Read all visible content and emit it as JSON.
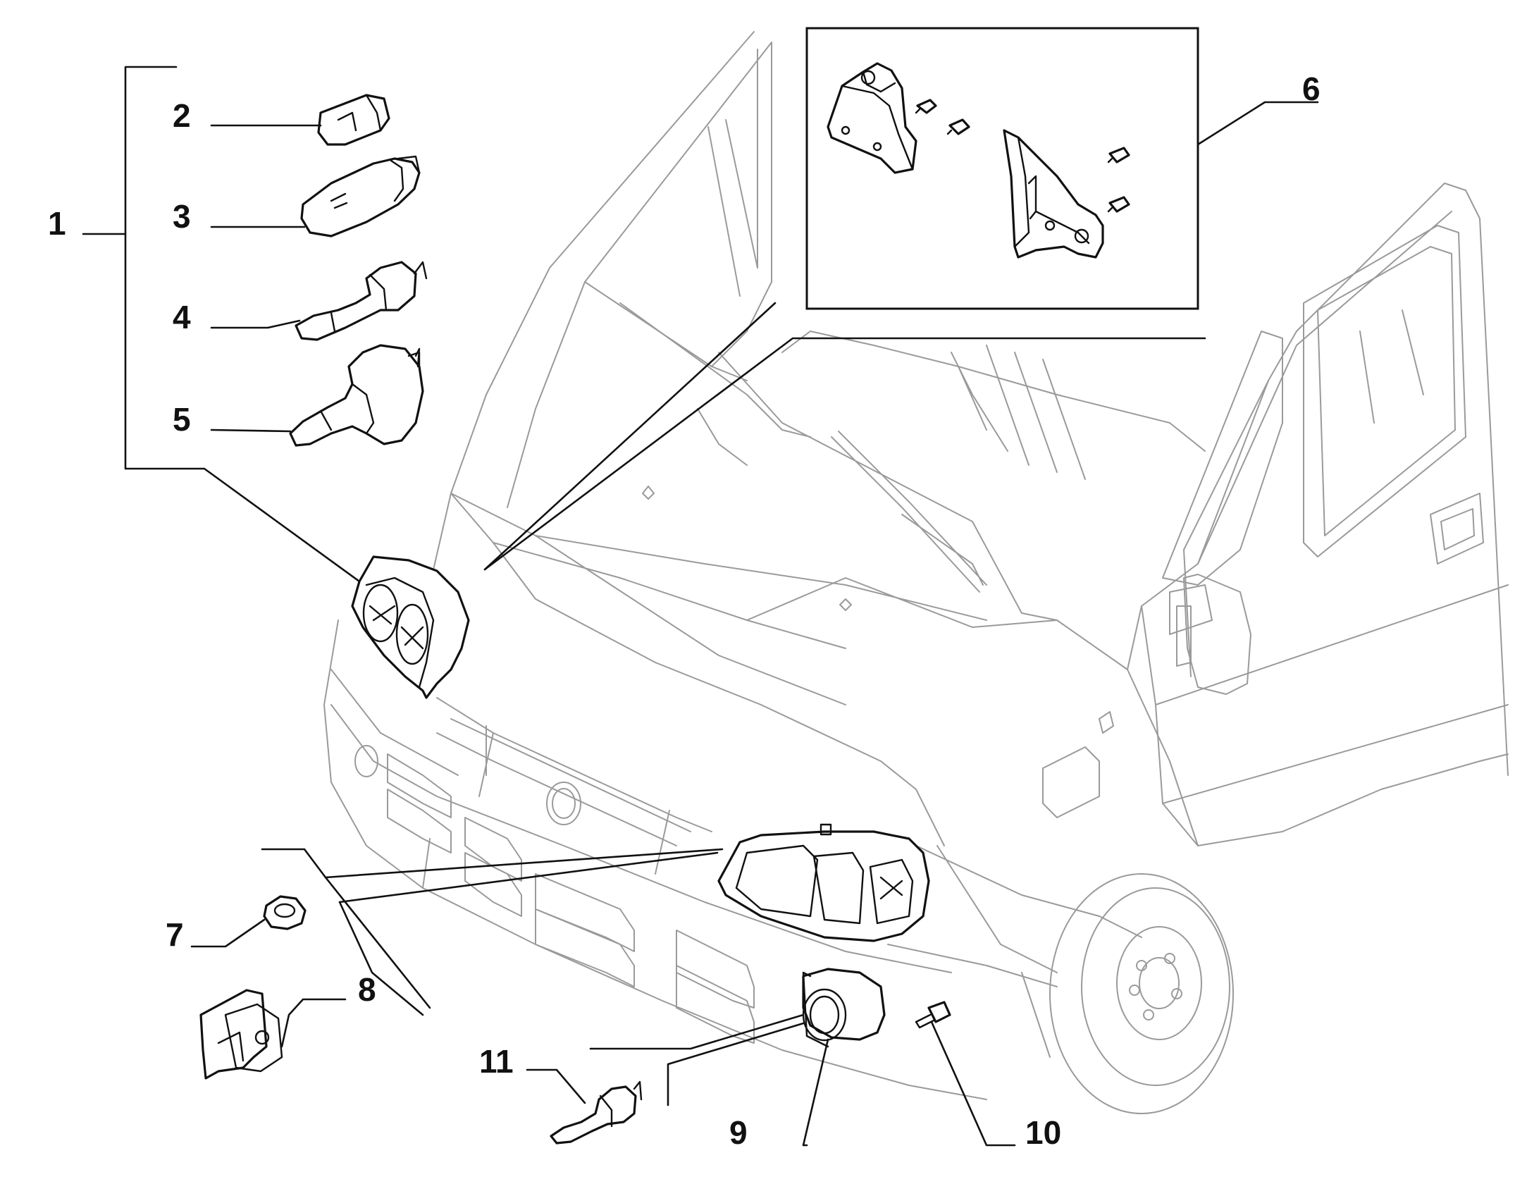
{
  "callouts": [
    {
      "id": "1",
      "text": "1"
    },
    {
      "id": "2",
      "text": "2"
    },
    {
      "id": "3",
      "text": "3"
    },
    {
      "id": "4",
      "text": "4"
    },
    {
      "id": "5",
      "text": "5"
    },
    {
      "id": "6",
      "text": "6"
    },
    {
      "id": "7",
      "text": "7"
    },
    {
      "id": "8",
      "text": "8"
    },
    {
      "id": "9",
      "text": "9"
    },
    {
      "id": "10",
      "text": "10"
    },
    {
      "id": "11",
      "text": "11"
    }
  ],
  "colors": {
    "outline": "#111111",
    "vehicle_line": "#9a9a9a",
    "background": "#ffffff"
  }
}
